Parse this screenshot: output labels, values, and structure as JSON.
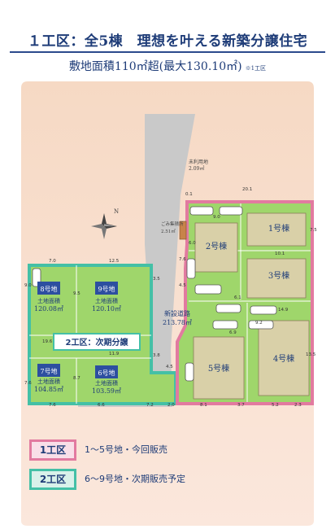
{
  "title": "１工区：全5棟　理想を叶える新築分譲住宅",
  "subtitle": {
    "main": "敷地面積110㎡超(最大130.10㎡)",
    "note": "※1工区"
  },
  "map": {
    "road_label": "新設道路",
    "road_area": "213.78㎡",
    "unused_label": "未利用地",
    "unused_area": "2.09㎡",
    "garbage_label": "ごみ集積所",
    "garbage_area": "2.51㎡",
    "zone2_label": "2工区：次期分譲",
    "site_area_label": "土地面積",
    "lots": [
      {
        "id": "lot1",
        "name": "1号棟"
      },
      {
        "id": "lot2",
        "name": "2号棟"
      },
      {
        "id": "lot3",
        "name": "3号棟"
      },
      {
        "id": "lot4",
        "name": "4号棟"
      },
      {
        "id": "lot5",
        "name": "5号棟"
      },
      {
        "id": "lot6",
        "name": "6号地",
        "area": "103.59㎡"
      },
      {
        "id": "lot7",
        "name": "7号地",
        "area": "104.85㎡"
      },
      {
        "id": "lot8",
        "name": "8号地",
        "area": "120.08㎡"
      },
      {
        "id": "lot9",
        "name": "9号地",
        "area": "120.10㎡"
      }
    ],
    "dimensions": [
      "0.1",
      "20.1",
      "9.0",
      "6.0",
      "7.5",
      "10.1",
      "7.6",
      "4.5",
      "6.1",
      "14.9",
      "9.2",
      "13.5",
      "6.9",
      "8.1",
      "3.7",
      "5.2",
      "2.3",
      "7.0",
      "12.5",
      "9.0",
      "9.5",
      "19.6",
      "11.9",
      "8.7",
      "7.6",
      "6.6",
      "7.2",
      "2.0",
      "3.5",
      "3.8",
      "4.5",
      "7.6"
    ]
  },
  "legend": [
    {
      "badge": "1工区",
      "text": "1～5号地・今回販売",
      "color": "#e27aa0",
      "fill": "#f9dfe8"
    },
    {
      "badge": "2工区",
      "text": "6～9号地・次期販売予定",
      "color": "#44c0a6",
      "fill": "#d9f1ea"
    }
  ],
  "colors": {
    "pink": "#e27aa0",
    "green": "#44c0a6",
    "lot_fill": "#9fd66b",
    "house": "#d9d0a8",
    "road": "#c9c9c9",
    "badge": "#2d4fa0"
  }
}
